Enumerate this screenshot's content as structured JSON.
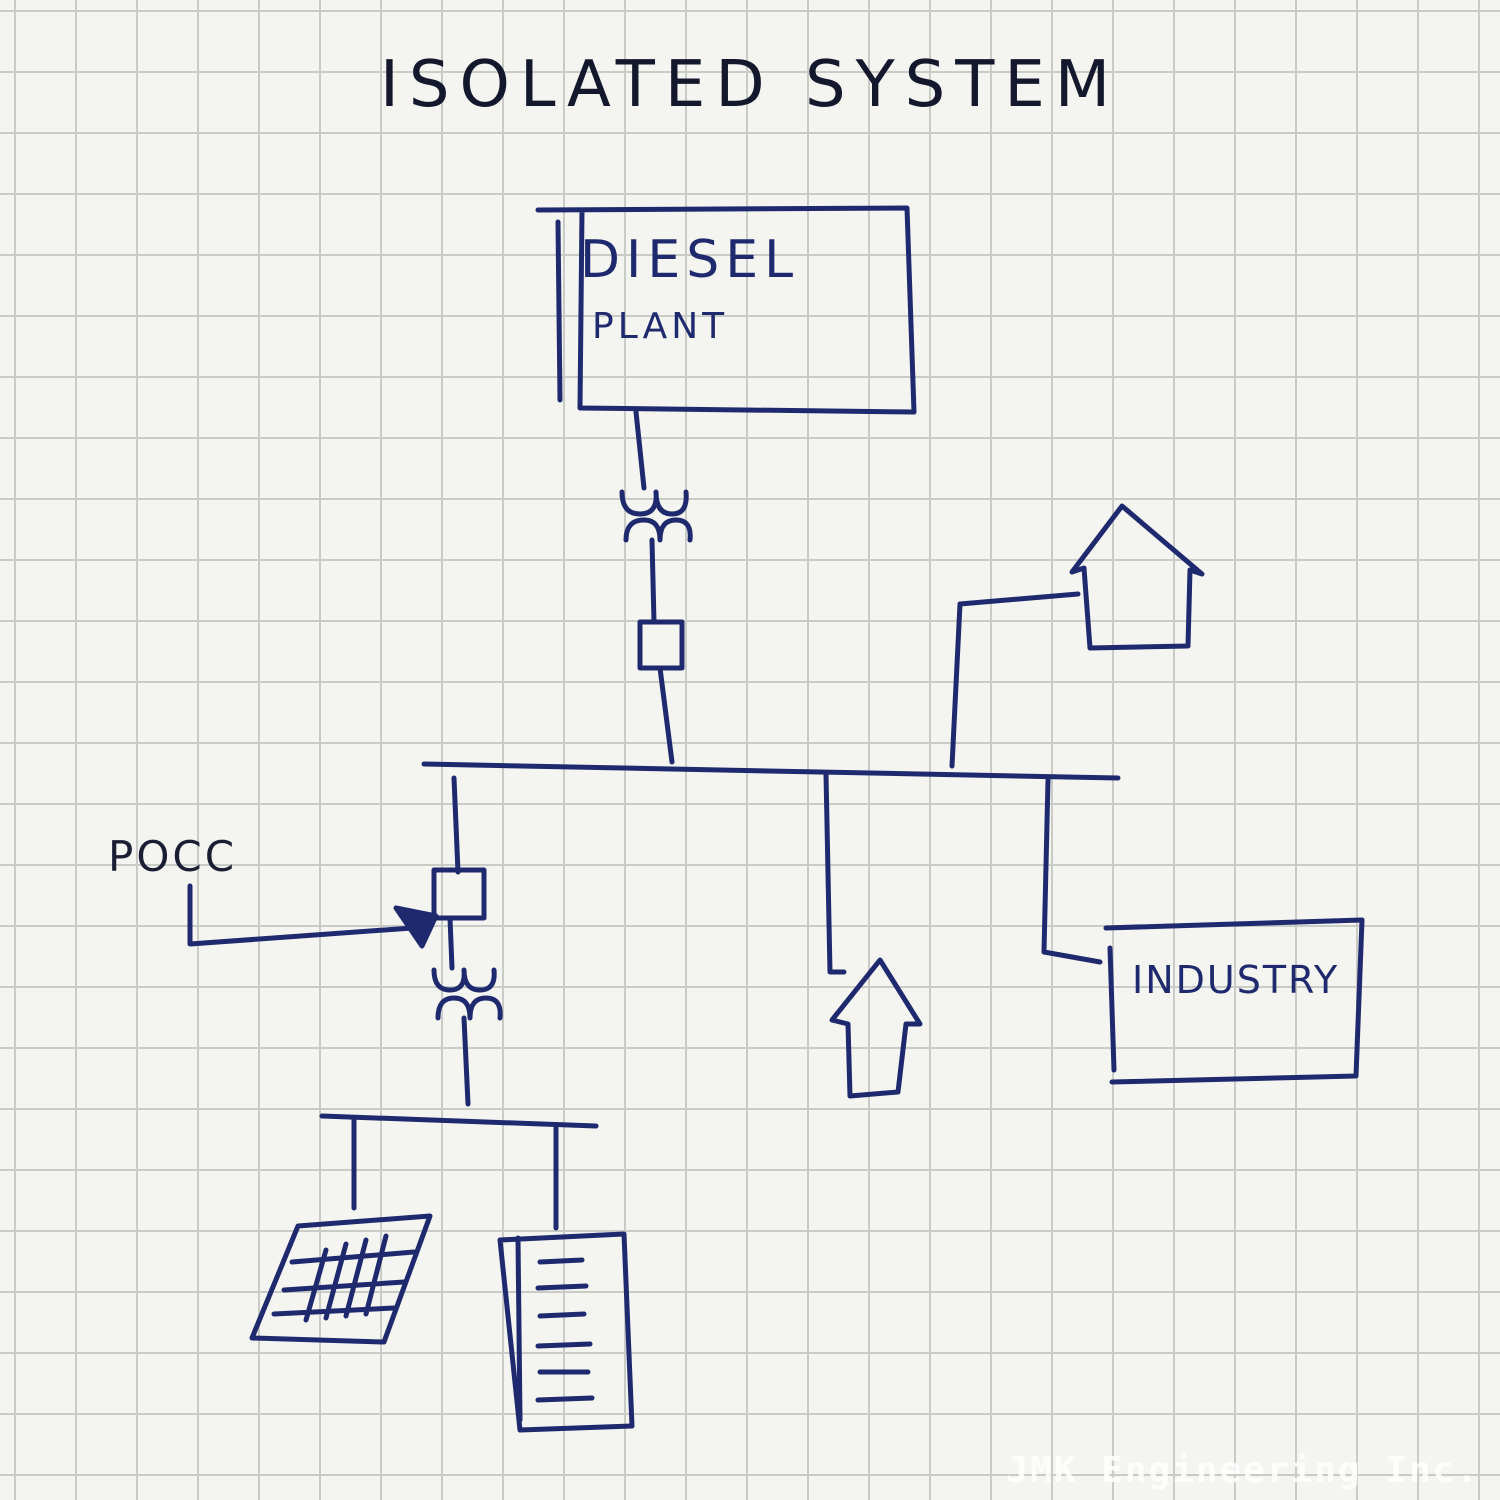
{
  "title": "ISOLATED SYSTEM",
  "nodes": {
    "diesel_plant": {
      "line1": "DIESEL",
      "line2": "PLANT"
    },
    "pocc": "POCC",
    "industry": "INDUSTRY"
  },
  "icons": [
    "house-icon",
    "house-icon",
    "solar-panel-icon",
    "battery-icon",
    "transformer-icon",
    "breaker-icon"
  ],
  "watermark": "JMK Engineering Inc."
}
